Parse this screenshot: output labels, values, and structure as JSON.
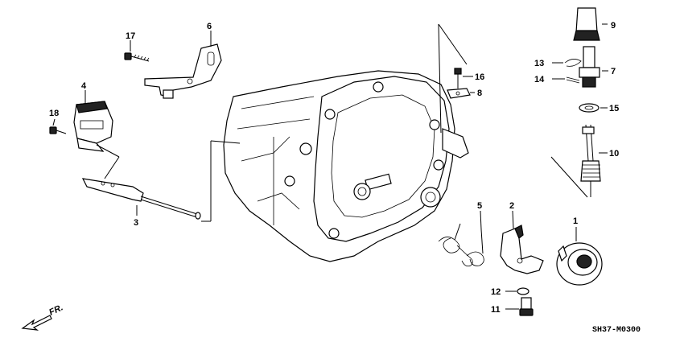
{
  "callouts": [
    {
      "id": "1",
      "text": "1"
    },
    {
      "id": "2",
      "text": "2"
    },
    {
      "id": "3",
      "text": "3"
    },
    {
      "id": "4",
      "text": "4"
    },
    {
      "id": "5",
      "text": "5"
    },
    {
      "id": "6",
      "text": "6"
    },
    {
      "id": "7",
      "text": "7"
    },
    {
      "id": "8",
      "text": "8"
    },
    {
      "id": "9",
      "text": "9"
    },
    {
      "id": "10",
      "text": "10"
    },
    {
      "id": "11",
      "text": "11"
    },
    {
      "id": "12",
      "text": "12"
    },
    {
      "id": "13",
      "text": "13"
    },
    {
      "id": "14",
      "text": "14"
    },
    {
      "id": "15",
      "text": "15"
    },
    {
      "id": "16",
      "text": "16"
    },
    {
      "id": "17",
      "text": "17"
    },
    {
      "id": "18",
      "text": "18"
    }
  ],
  "front_indicator": "FR.",
  "diagram_code": "SH37-M0300"
}
